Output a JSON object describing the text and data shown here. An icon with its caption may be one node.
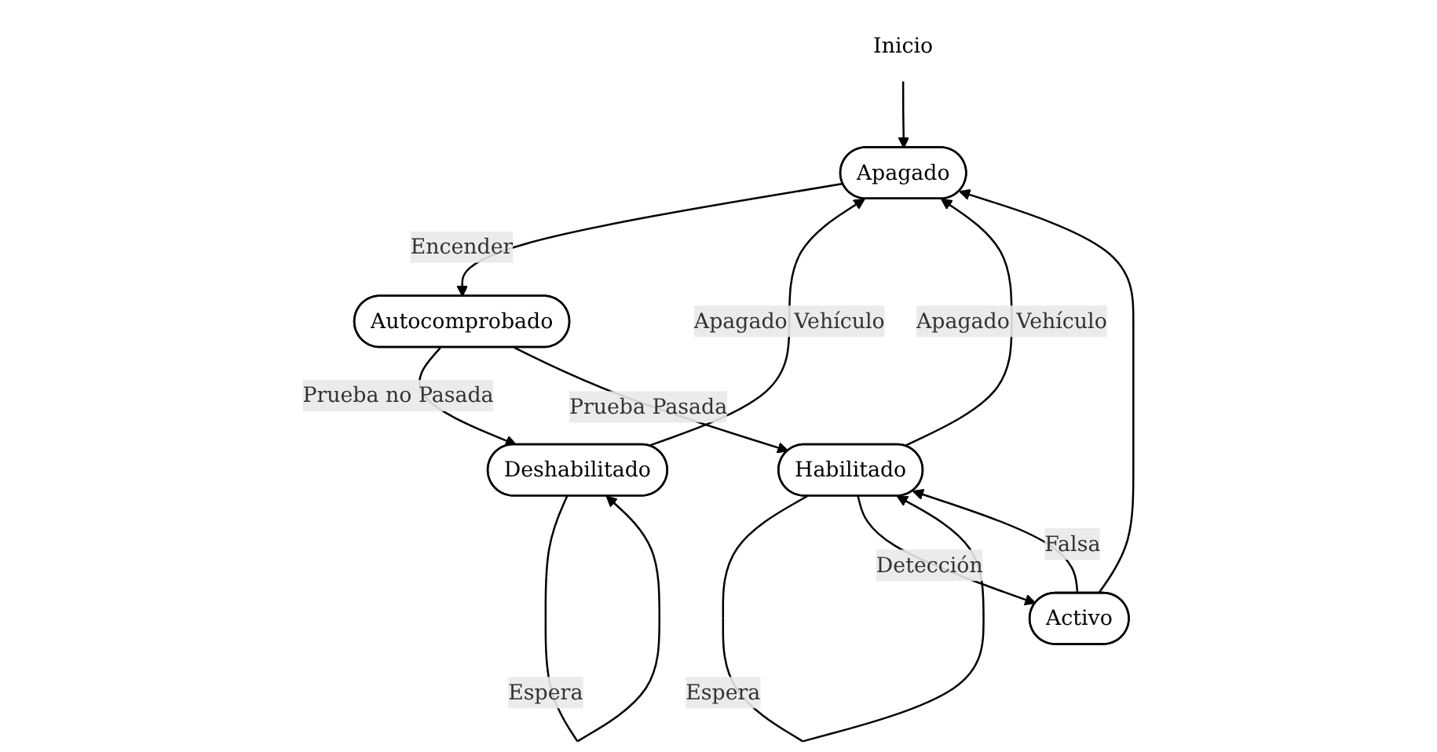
{
  "diagram": {
    "nodes": [
      {
        "text": [
          "Inicio"
        ]
      },
      {
        "text": [
          "Apagado"
        ]
      },
      {
        "text": [
          "Autocomprobado"
        ]
      },
      {
        "text": [
          "Deshabilitado"
        ]
      },
      {
        "text": [
          "Habilitado"
        ]
      },
      {
        "text": [
          "Activo"
        ]
      }
    ],
    "edges": [
      {
        "from": 0,
        "to": 1,
        "arrow": "to"
      },
      {
        "from": 1,
        "to": 2,
        "label": "Encender",
        "arrow": "to"
      },
      {
        "from": 2,
        "to": 3,
        "label": "Prueba no Pasada",
        "arrow": "to"
      },
      {
        "from": 2,
        "to": 4,
        "label": "Prueba Pasada",
        "arrow": "to"
      },
      {
        "from": 3,
        "to": 1,
        "label": "Apagado Vehículo",
        "arrow": "to"
      },
      {
        "from": 3,
        "to": 3,
        "label": "Espera",
        "arrow": "to"
      },
      {
        "from": 4,
        "to": 1,
        "label": "Apagado Vehículo",
        "arrow": "to"
      },
      {
        "from": 4,
        "to": 4,
        "label": "Espera",
        "arrow": "to"
      },
      {
        "from": 4,
        "to": 5,
        "label": "Detección",
        "arrow": "to"
      },
      {
        "from": 5,
        "to": 4,
        "label": "Falsa",
        "arrow": "to"
      },
      {
        "from": 5,
        "to": 1,
        "arrow": "to"
      }
    ]
  }
}
